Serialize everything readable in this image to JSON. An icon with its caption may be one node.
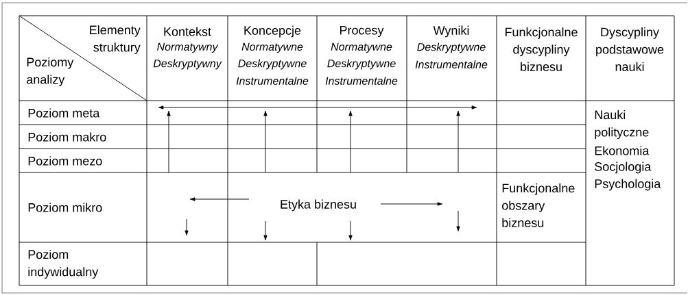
{
  "diagram": {
    "labels": [
      "Elementy struktury",
      "Poziomy analizy",
      "Kontekst",
      "Normatywny",
      "Deskryptywny",
      "Koncepcje",
      "Normatywne",
      "Deskryptywne",
      "Instrumentalne",
      "Procesy",
      "Normatywne",
      "Deskryptywne",
      "Instrumentalne",
      "Wyniki",
      "Deskryptywne",
      "Instrumentalne",
      "Funkcjonalne dyscypliny biznesu",
      "Dyscypliny podstawowe nauki",
      "Poziom meta",
      "Poziom makro",
      "Poziom mezo",
      "Poziom mikro",
      "Etyka biznesu",
      "Funkcjonalne obszary biznesu",
      "Poziom indywidualny",
      "Nauki polityczne",
      "Ekonomia",
      "Socjologia",
      "Psychologia"
    ]
  }
}
